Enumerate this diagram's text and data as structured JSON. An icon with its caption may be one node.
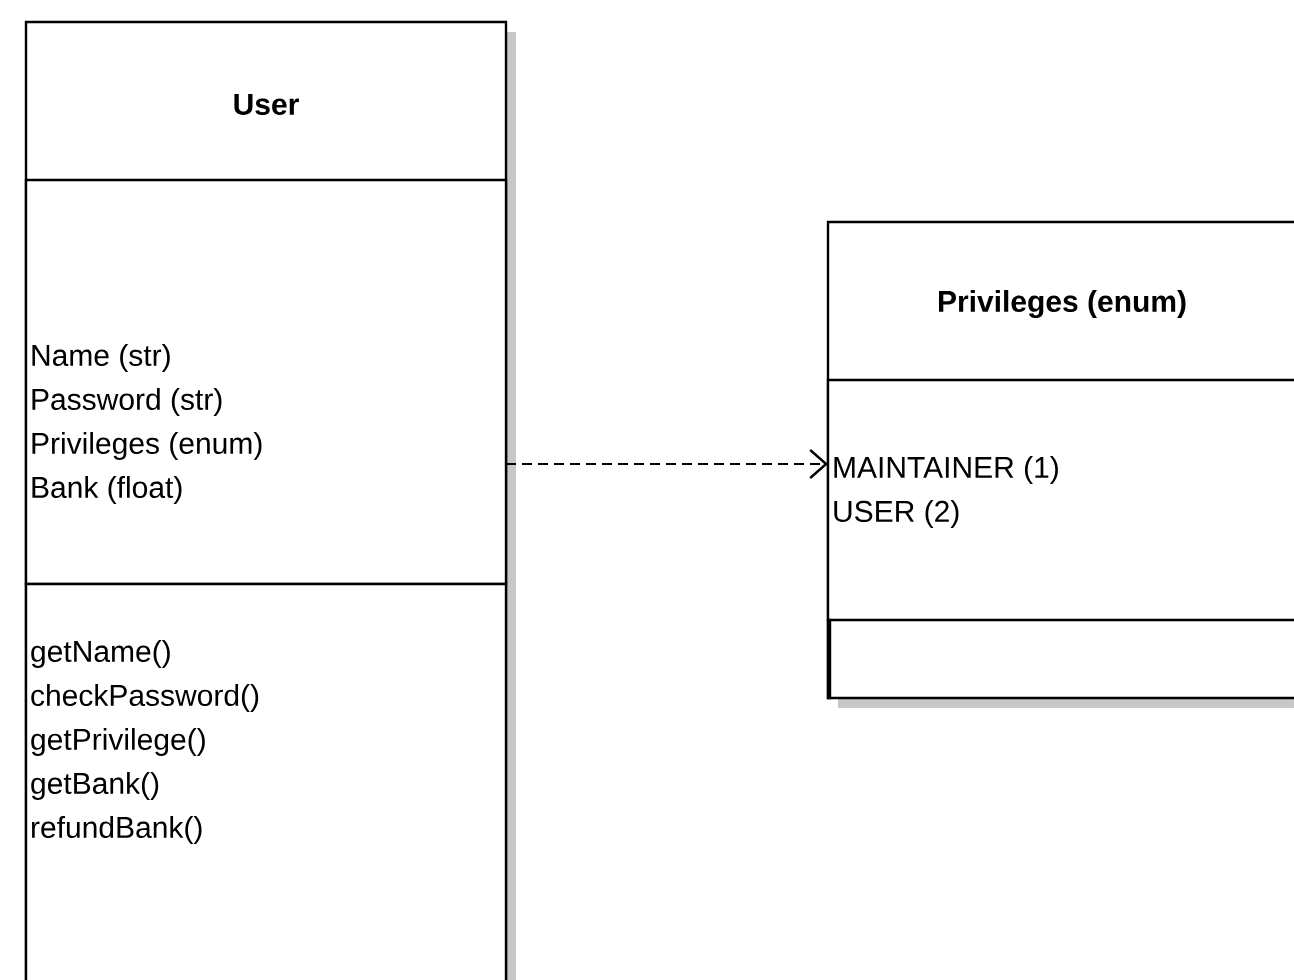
{
  "diagram": {
    "nodes": [
      {
        "text": [
          "User"
        ]
      },
      {
        "text": [
          "Name (str)",
          "Password (str)",
          "Privileges (enum)",
          "Bank (float)"
        ],
        "in": 0
      },
      {
        "text": [
          "getName()",
          "checkPassword()",
          "getPrivilege()",
          "getBank()",
          "refundBank()"
        ],
        "in": 0
      },
      {
        "text": [
          "Privileges (enum)"
        ]
      },
      {
        "text": [
          "MAINTAINER (1)",
          "USER (2)"
        ],
        "in": 3
      },
      {
        "text": [],
        "shape": "box",
        "in": 3
      }
    ],
    "edges": [
      {
        "from": 1,
        "to": 4,
        "arrow": "to",
        "style": "dashed"
      }
    ]
  }
}
